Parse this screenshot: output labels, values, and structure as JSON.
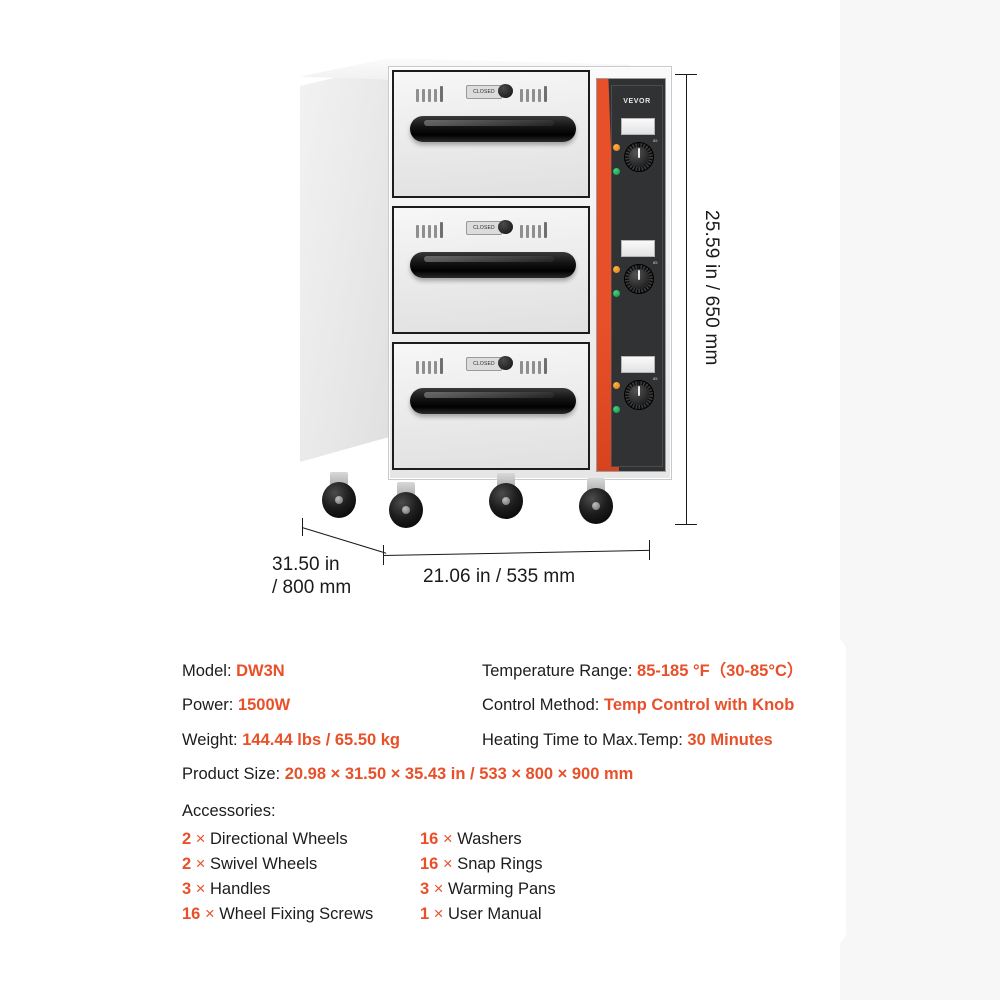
{
  "product_image": {
    "brand": "VEVOR",
    "drawer_vent_label": "CLOSED",
    "drawer_count": 3,
    "caster_count": 4,
    "accent_color": "#e8502a",
    "panel_color": "#2f3133"
  },
  "dimensions": {
    "height": "25.59 in / 650 mm",
    "width": "21.06 in / 535 mm",
    "depth_line1": "31.50 in",
    "depth_line2": "/ 800 mm"
  },
  "specs": {
    "model_label": "Model:",
    "model_value": "DW3N",
    "temp_range_label": "Temperature Range:",
    "temp_range_value": "85-185 °F（30-85°C）",
    "power_label": "Power:",
    "power_value": "1500W",
    "control_method_label": "Control Method:",
    "control_method_value": "Temp Control with Knob",
    "weight_label": "Weight:",
    "weight_value": "144.44 lbs / 65.50 kg",
    "heating_time_label": "Heating Time to Max.Temp:",
    "heating_time_value": "30 Minutes",
    "product_size_label": "Product Size:",
    "product_size_value": "20.98 × 31.50 × 35.43 in / 533 × 800 × 900 mm"
  },
  "accessories": {
    "title": "Accessories:",
    "left": [
      {
        "qty": "2",
        "mult": "×",
        "name": "Directional Wheels"
      },
      {
        "qty": "2",
        "mult": "×",
        "name": "Swivel Wheels"
      },
      {
        "qty": "3",
        "mult": "×",
        "name": "Handles"
      },
      {
        "qty": "16",
        "mult": "×",
        "name": "Wheel Fixing Screws"
      }
    ],
    "right": [
      {
        "qty": "16",
        "mult": "×",
        "name": "Washers"
      },
      {
        "qty": "16",
        "mult": "×",
        "name": "Snap Rings"
      },
      {
        "qty": "3",
        "mult": "×",
        "name": "Warming Pans"
      },
      {
        "qty": "1",
        "mult": "×",
        "name": "User Manual"
      }
    ]
  }
}
